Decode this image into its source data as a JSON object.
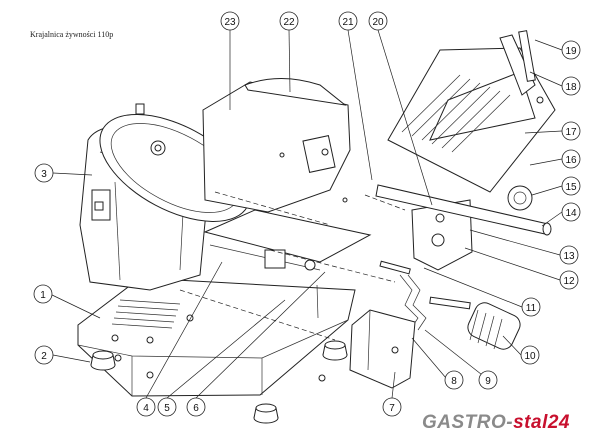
{
  "header": {
    "title": "Krajalnica żywności 110p"
  },
  "logo": {
    "part1": "GASTRO-",
    "part2": "stal24"
  },
  "callouts": [
    "1",
    "2",
    "3",
    "4",
    "5",
    "6",
    "7",
    "8",
    "9",
    "10",
    "11",
    "12",
    "13",
    "14",
    "15",
    "16",
    "17",
    "18",
    "19",
    "20",
    "21",
    "22",
    "23"
  ],
  "colors": {
    "line": "#222222",
    "logo_grey": "#8a8a8a",
    "logo_red": "#c8102e"
  }
}
